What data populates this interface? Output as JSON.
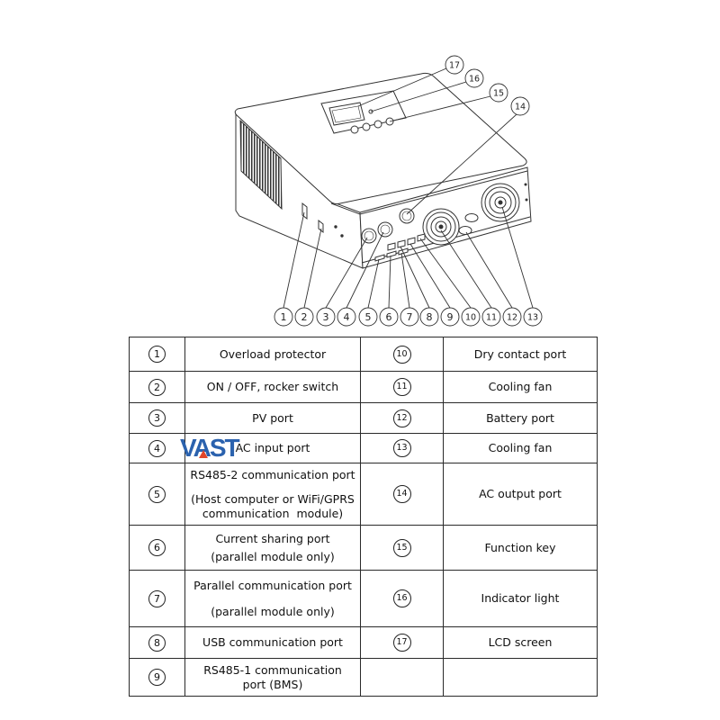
{
  "diagram": {
    "callouts_bottom": [
      "1",
      "2",
      "3",
      "4",
      "5",
      "6",
      "7",
      "8",
      "9",
      "10",
      "11",
      "12",
      "13"
    ],
    "callouts_top": [
      "14",
      "15",
      "16",
      "17"
    ]
  },
  "table": {
    "rows": [
      {
        "left": {
          "num": "1",
          "lines": [
            "Overload protector"
          ]
        },
        "right": {
          "num": "10",
          "lines": [
            "Dry contact port"
          ]
        }
      },
      {
        "left": {
          "num": "2",
          "lines": [
            "ON / OFF, rocker switch"
          ]
        },
        "right": {
          "num": "11",
          "lines": [
            "Cooling fan"
          ]
        }
      },
      {
        "left": {
          "num": "3",
          "lines": [
            "PV port"
          ]
        },
        "right": {
          "num": "12",
          "lines": [
            "Battery port"
          ]
        }
      },
      {
        "left": {
          "num": "4",
          "lines": [
            "AC input port"
          ]
        },
        "right": {
          "num": "13",
          "lines": [
            "Cooling fan"
          ]
        }
      },
      {
        "left": {
          "num": "5",
          "lines": [
            "RS485-2 communication port",
            "(Host computer or WiFi/GPRS",
            "communication  module)"
          ]
        },
        "right": {
          "num": "14",
          "lines": [
            "AC output port"
          ]
        }
      },
      {
        "left": {
          "num": "6",
          "lines": [
            "Current sharing port",
            "(parallel module only)"
          ]
        },
        "right": {
          "num": "15",
          "lines": [
            "Function key"
          ]
        }
      },
      {
        "left": {
          "num": "7",
          "lines": [
            "Parallel communication port",
            "(parallel module only)"
          ]
        },
        "right": {
          "num": "16",
          "lines": [
            "Indicator light"
          ]
        }
      },
      {
        "left": {
          "num": "8",
          "lines": [
            "USB communication port"
          ]
        },
        "right": {
          "num": "17",
          "lines": [
            "LCD screen"
          ]
        }
      },
      {
        "left": {
          "num": "9",
          "lines": [
            "RS485-1 communication",
            "port (BMS)"
          ]
        },
        "right": {
          "num": "",
          "lines": []
        }
      }
    ]
  },
  "watermark": {
    "text": "VAST"
  },
  "colors": {
    "line": "#333333",
    "logo_blue": "#2b62ae",
    "logo_red": "#e2462a"
  }
}
